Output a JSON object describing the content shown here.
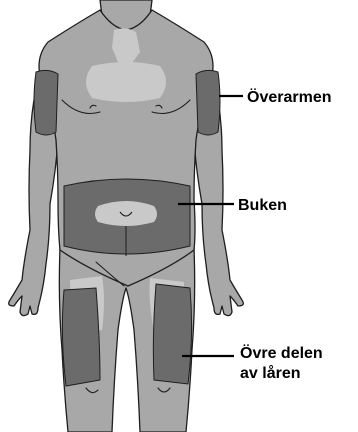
{
  "injection_sites": [
    {
      "id": "upper-arm",
      "label": "Överarmen"
    },
    {
      "id": "abdomen",
      "label": "Buken"
    },
    {
      "id": "thigh",
      "label_line1": "Övre delen",
      "label_line2": "av låren"
    }
  ],
  "colors": {
    "skin": "#a8a8a8",
    "skin_dark": "#9c9c9c",
    "highlight": "#c9c9c9",
    "injection_zone": "#6b6b6b",
    "outline": "#1e1e1e",
    "leader_line": "#000000"
  }
}
